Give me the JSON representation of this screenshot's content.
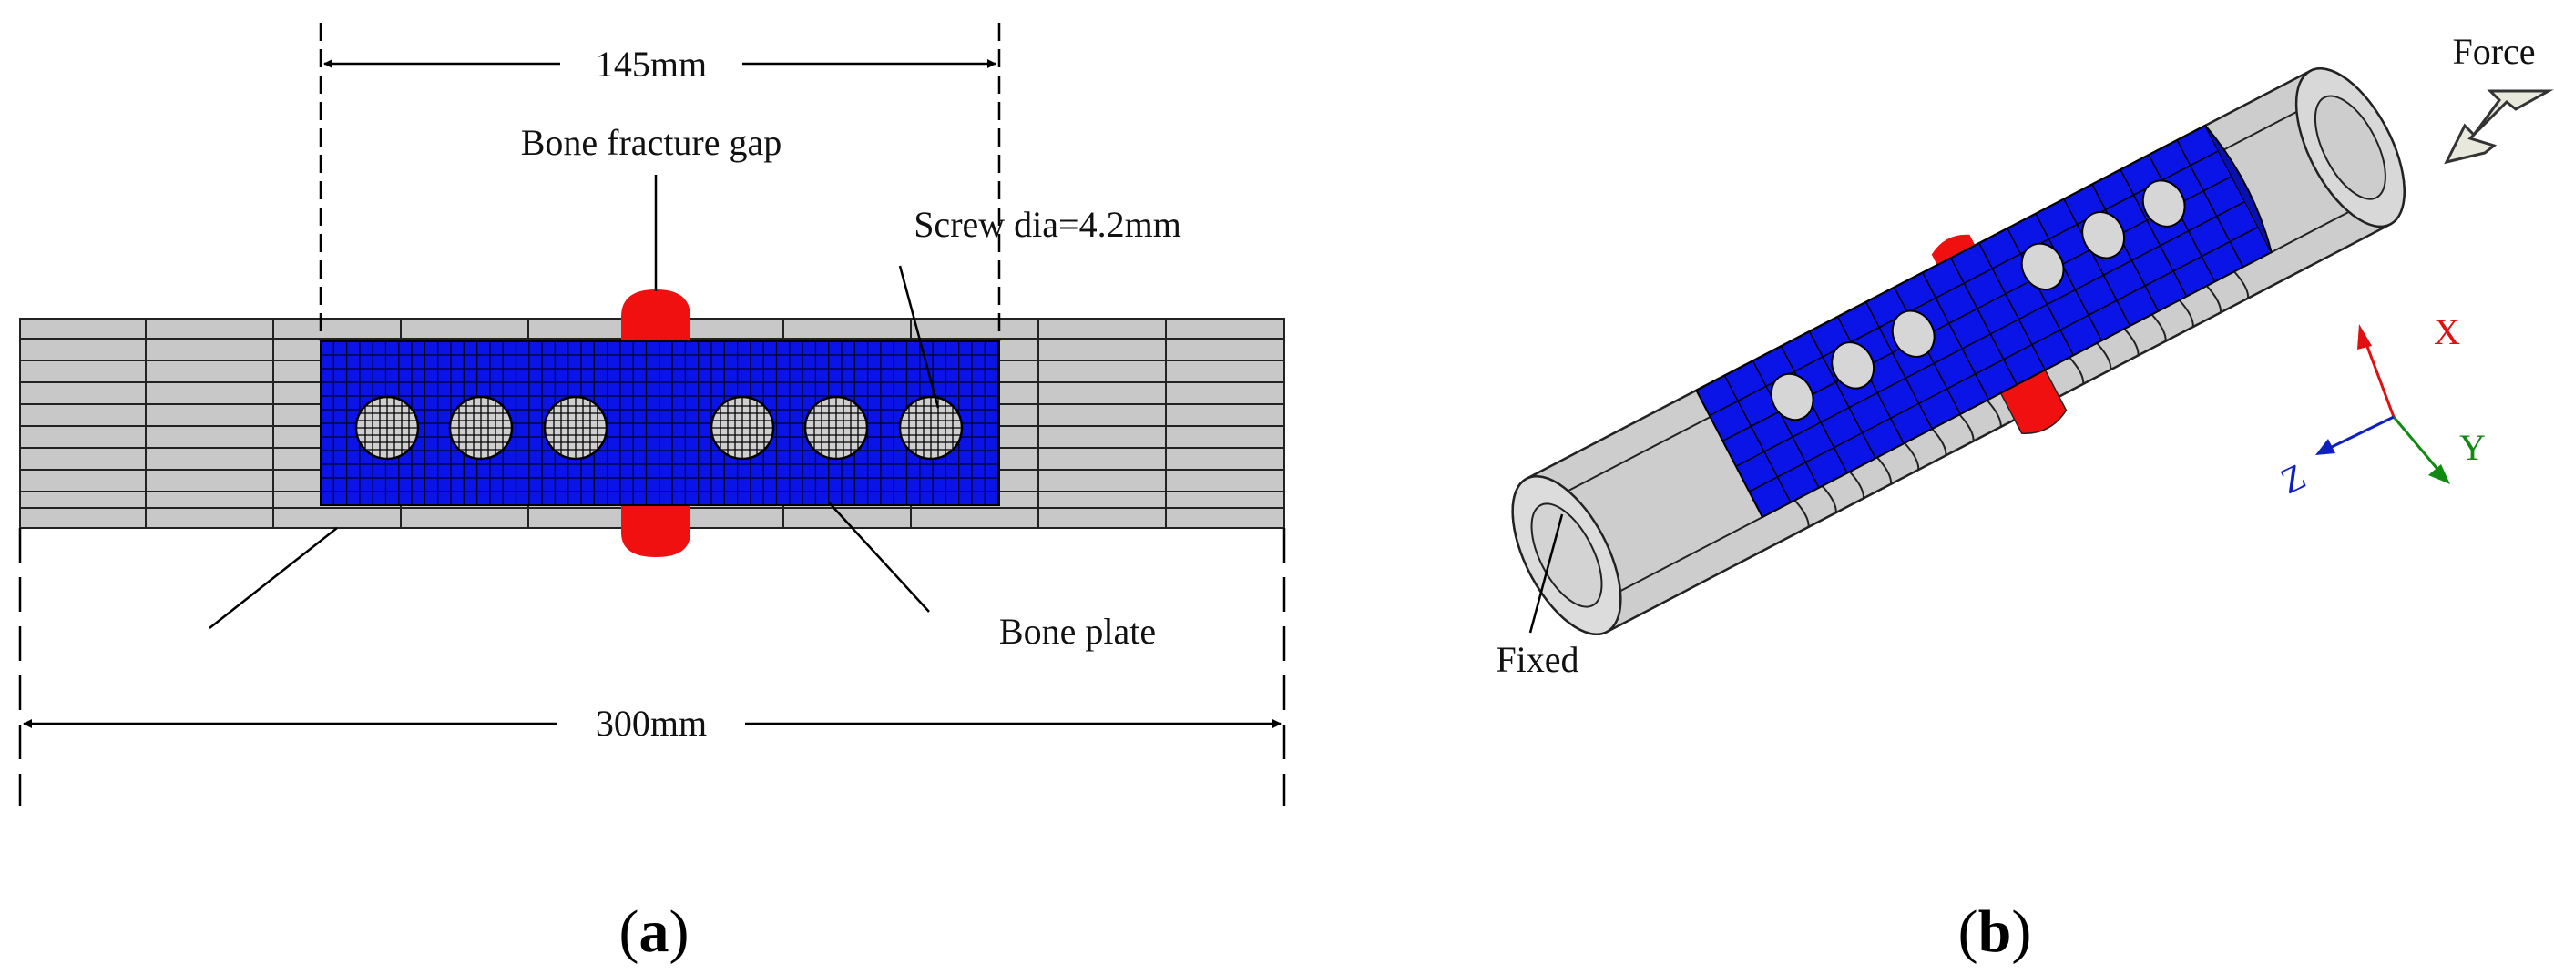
{
  "panel_a": {
    "plate_width_label": "145mm",
    "fracture_gap_label": "Bone fracture gap",
    "screw_label": "Screw dia=4.2mm",
    "plate_label": "Bone plate",
    "bone_length_label": "300mm",
    "caption_open": "(",
    "caption_letter": "a",
    "caption_close": ")"
  },
  "panel_b": {
    "force_label": "Force",
    "fixed_label": "Fixed",
    "axis_x": "X",
    "axis_y": "Y",
    "axis_z": "Z",
    "caption_open": "(",
    "caption_letter": "b",
    "caption_close": ")"
  },
  "colors": {
    "plate": "#0a14e6",
    "fracture_callus": "#f01010",
    "bone": "#c8c8c8",
    "axis_x": "#e01010",
    "axis_y": "#108a10",
    "axis_z": "#1020c0"
  }
}
